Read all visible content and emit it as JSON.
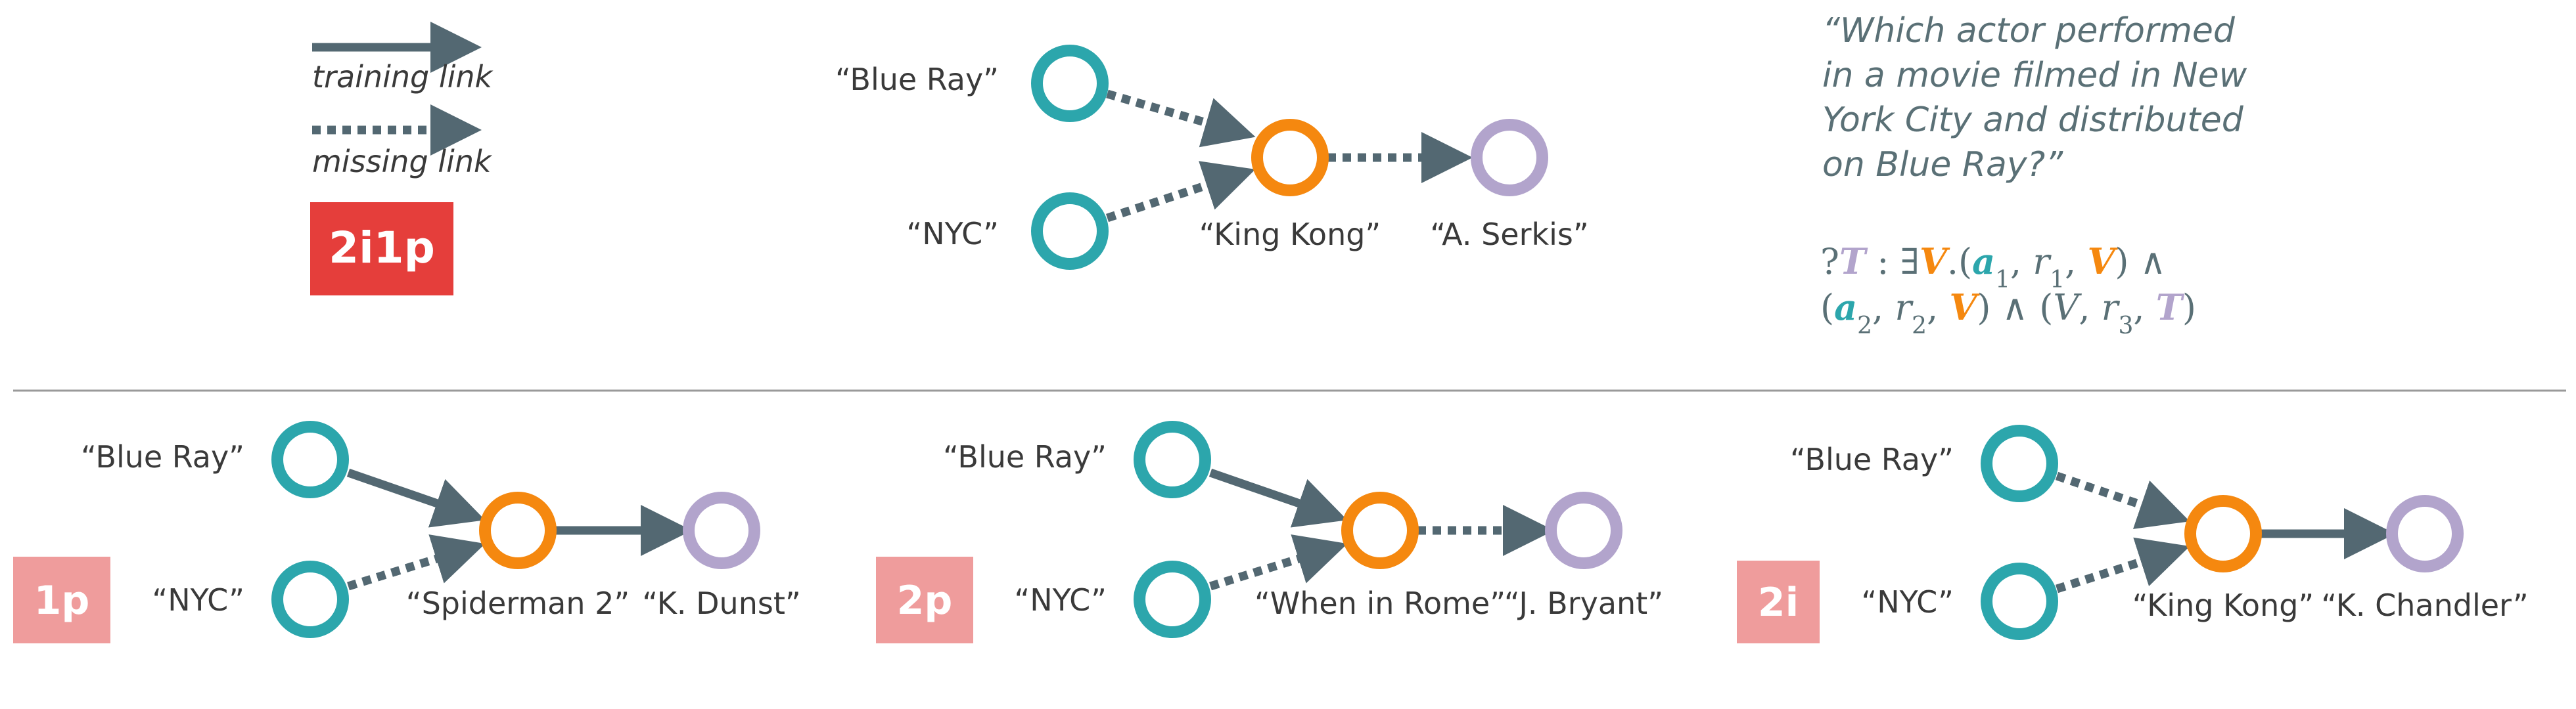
{
  "colors": {
    "edge": "#536872",
    "anchor": "#2ca6ac",
    "variable": "#f5880f",
    "target": "#b2a4cc",
    "tag_main": "#e53e3b",
    "tag_small": "#ef9c9c",
    "rule": "#9a9a9a"
  },
  "legend": {
    "training_link": "training link",
    "missing_link": "missing link"
  },
  "main": {
    "tag": "2i1p",
    "labels": {
      "a1": "“Blue Ray”",
      "a2": "“NYC”",
      "v": "“King Kong”",
      "t": "“A. Serkis”"
    },
    "question": [
      "“Which actor performed",
      "in a movie filmed in New",
      "York City and distributed",
      "on Blue Ray?”"
    ],
    "formula": {
      "q": "?",
      "T": "T",
      "colon": " : ∃",
      "V": "V",
      "dot_paren": ".(",
      "a1": "a",
      "sub1": "1",
      "comma": ", ",
      "r": "r",
      "close_and": ") ∧",
      "open": "(",
      "a2": "a",
      "sub2": "2",
      "sub3": "3",
      "mid": ") ∧ (",
      "Vplain": "V",
      "close": ")"
    }
  },
  "panels": [
    {
      "tag": "1p",
      "labels": {
        "a1": "“Blue Ray”",
        "a2": "“NYC”",
        "v": "“Spiderman 2”",
        "t": "“K. Dunst”"
      }
    },
    {
      "tag": "2p",
      "labels": {
        "a1": "“Blue Ray”",
        "a2": "“NYC”",
        "v": "“When in Rome”",
        "t": "“J. Bryant”"
      }
    },
    {
      "tag": "2i",
      "labels": {
        "a1": "“Blue Ray”",
        "a2": "“NYC”",
        "v": "“King Kong”",
        "t": "“K. Chandler”"
      }
    }
  ]
}
